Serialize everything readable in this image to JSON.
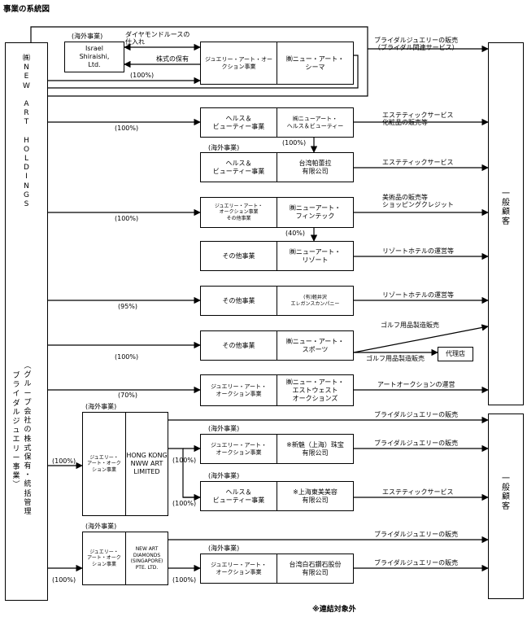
{
  "title": "事業の系統図",
  "footnote": "※連結対象外",
  "holding": {
    "name_chars": [
      "㈱",
      "N",
      "E",
      "W",
      "",
      "A",
      "R",
      "T",
      "",
      "H",
      "O",
      "L",
      "D",
      "I",
      "N",
      "G",
      "S"
    ],
    "sub_chars": [
      "︵",
      "グ",
      "ル",
      "ー",
      "プ",
      "会",
      "社",
      "の",
      "株",
      "式",
      "保",
      "有",
      "・",
      "統",
      "括",
      "管",
      "理"
    ],
    "sub2_chars": [
      "ブ",
      "ラ",
      "イ",
      "ダ",
      "ル",
      "ジ",
      "ュ",
      "エ",
      "リ",
      "ー",
      "事",
      "業",
      "︶"
    ]
  },
  "customer": {
    "top_chars": [
      "一",
      "般",
      "顧",
      "客"
    ],
    "bottom_chars": [
      "一",
      "般",
      "顧",
      "客"
    ]
  },
  "israel": {
    "tag": "(海外事業)",
    "name": "Israel\nShiraishi,\nLtd.",
    "purchase_label": "ダイヤモンドルースの\n仕入れ",
    "shareholding_label": "株式の保有"
  },
  "subs": {
    "newart_sima": {
      "biz": "ジュエリー・アート・オー\nクション事業",
      "name": "㈱ニュー・アート・\nシーマ"
    },
    "health_beauty": {
      "biz": "ヘルス＆\nビューティー事業",
      "name": "㈱ニューアート・\nヘルス＆ビューティー"
    },
    "taiwan_pakari": {
      "tag": "(海外事業)",
      "biz": "ヘルス＆\nビューティー事業",
      "name": "台湾帕蕾拉\n有限公司"
    },
    "fintech": {
      "biz": "ジュエリー・アート・\nオークション事業\nその他事業",
      "name": "㈱ニューアート・\nフィンテック"
    },
    "resort": {
      "biz": "その他事業",
      "name": "㈱ニューアート・\nリゾート"
    },
    "karuizawa": {
      "biz": "その他事業",
      "name": "(有)軽井沢\nエレガンスカンパニー"
    },
    "sports": {
      "biz": "その他事業",
      "name": "㈱ニュー・アート・\nスポーツ"
    },
    "eastwest": {
      "biz": "ジュエリー・アート・\nオークション事業",
      "name": "㈱ニュー・アート・\nエストウェスト\nオークションズ"
    },
    "hongkong": {
      "tag": "(海外事業)",
      "biz": "ジュエリー・\nアート・オーク\nション事業",
      "name": "HONG KONG\nNWW ART\nLIMITED"
    },
    "shanghai_jewel": {
      "tag": "(海外事業)",
      "biz": "ジュエリー・アート・\nオークション事業",
      "name": "※新魅（上海）珠宝\n有限公司"
    },
    "shanghai_beauty": {
      "tag": "(海外事業)",
      "biz": "ヘルス＆\nビューティー事業",
      "name": "※上海東美美容\n有限公司"
    },
    "singapore": {
      "tag": "(海外事業)",
      "biz": "ジュエリー・\nアート・オーク\nション事業",
      "name": "NEW ART\nDIAMONDS\n(SINGAPORE)\nPTE. LTD."
    },
    "taiwan_shiraishi": {
      "tag": "(海外事業)",
      "biz": "ジュエリー・アート・\nオークション事業",
      "name": "台湾白石鑽石股份\n有限公司"
    },
    "agency": {
      "name": "代理店"
    }
  },
  "percents": {
    "sima": "(100%)",
    "health": "(100%)",
    "pakari": "(100%)",
    "fintech": "(100%)",
    "resort": "(40%)",
    "karuizawa": "(95%)",
    "sports": "(100%)",
    "eastwest": "(70%)",
    "hk": "(100%)",
    "sh1": "(100%)",
    "sh2": "(100%)",
    "sg": "(100%)",
    "tw": "(100%)"
  },
  "flows": {
    "bridal_main": "ブライダルジュエリーの販売\n（ブライダル関連サービス）",
    "esthetic_cosme": "エステティックサービス\n化粧品の販売等",
    "esthetic": "エステティックサービス",
    "art_credit": "美術品の販売等\nショッピングクレジット",
    "resort_hotel": "リゾートホテルの運営等",
    "golf_sales": "ゴルフ用品製造販売",
    "auction": "アートオークションの運営",
    "bridal": "ブライダルジュエリーの販売"
  }
}
